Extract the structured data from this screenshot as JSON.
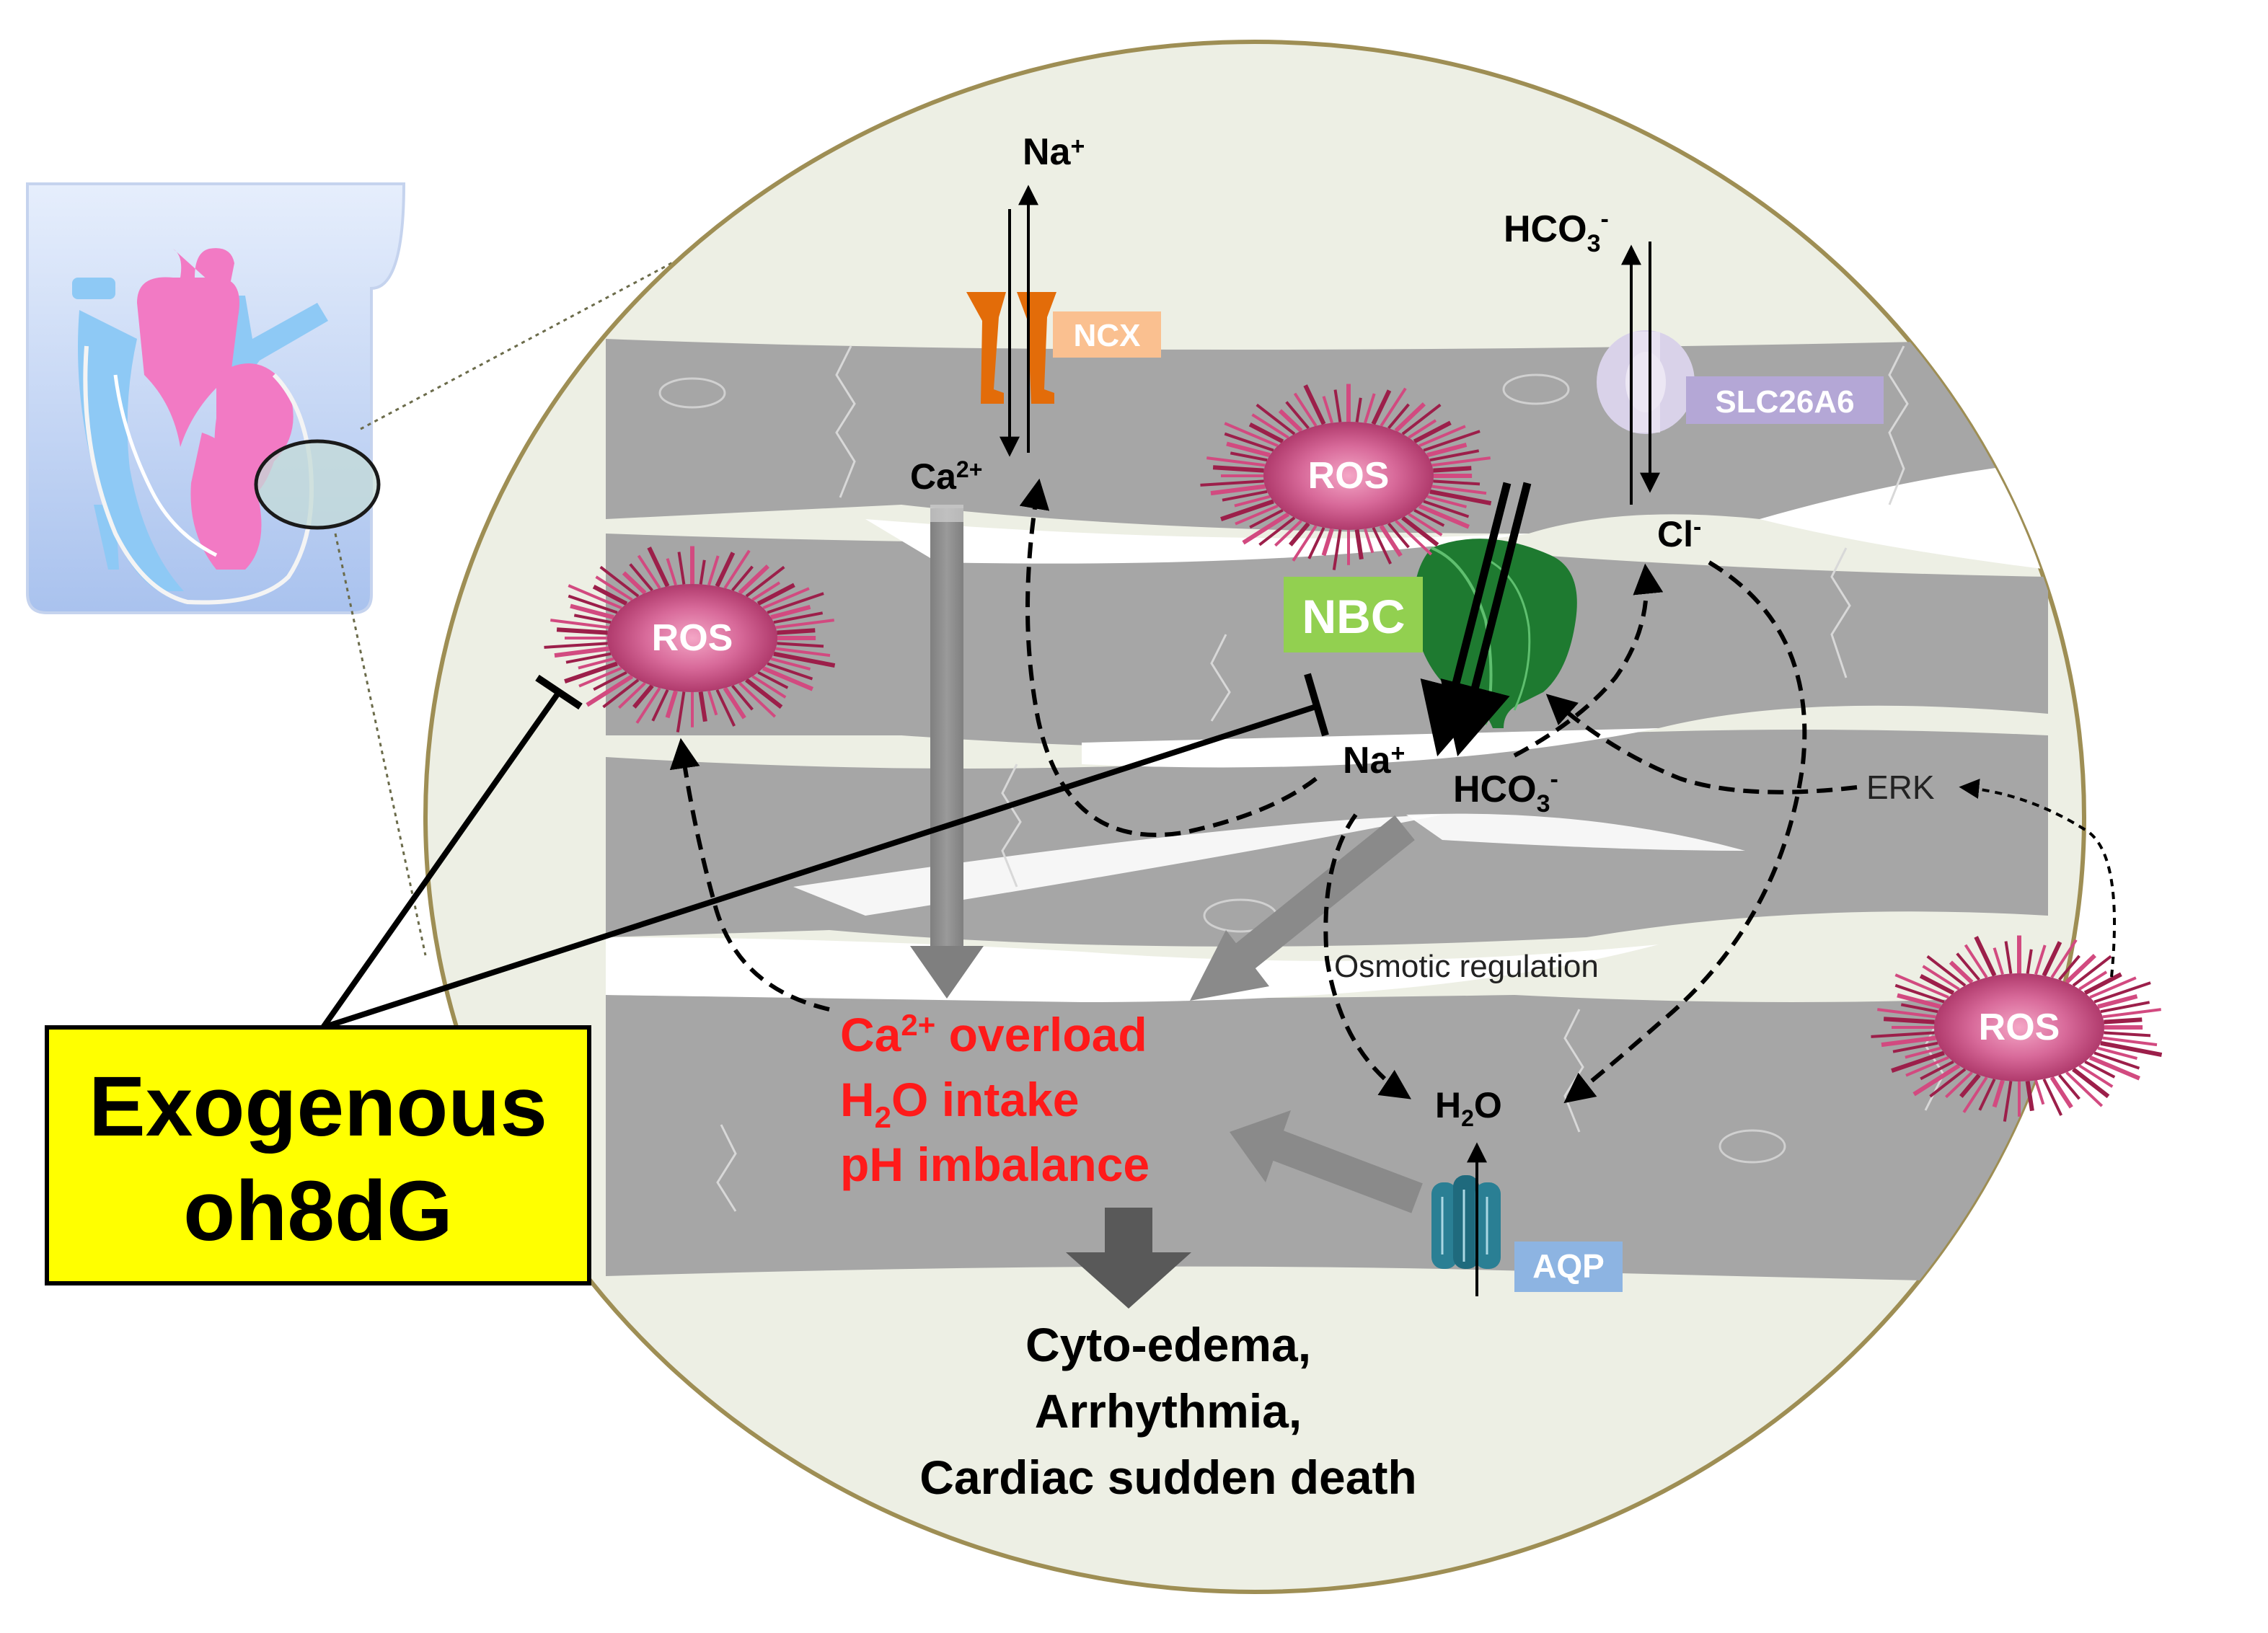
{
  "labels": {
    "na_top": "Na",
    "na_top_sup": "+",
    "ncx": "NCX",
    "ca": "Ca",
    "ca_sup": "2+",
    "hco3_top": "HCO",
    "hco3_top_sub": "3",
    "hco3_top_sup": "-",
    "slc": "SLC26A6",
    "ros_top": "ROS",
    "ros_left": "ROS",
    "ros_right": "ROS",
    "cl": "Cl",
    "cl_sup": "-",
    "nbc": "NBC",
    "na_mid": "Na",
    "na_mid_sup": "+",
    "hco3_mid": "HCO",
    "hco3_mid_sub": "3",
    "hco3_mid_sup": "-",
    "erk": "ERK",
    "osmotic": "Osmotic regulation",
    "h2o": "H",
    "h2o_sub": "2",
    "h2o_tail": "O",
    "aqp": "AQP"
  },
  "effects": {
    "line1_a": "Ca",
    "line1_sup": "2+",
    "line1_b": " overload",
    "line2_a": "H",
    "line2_sub": "2",
    "line2_b": "O intake",
    "line3": "pH imbalance"
  },
  "outcomes": {
    "line1": "Cyto-edema,",
    "line2": "Arrhythmia,",
    "line3": "Cardiac sudden death"
  },
  "agent": {
    "line1": "Exogenous",
    "line2": "oh8dG"
  },
  "colors": {
    "effect_text": "#ff1a1a",
    "agent_box": "#ffff00",
    "ncx": "#e36c09",
    "ncx_label": "#fac090",
    "slc_label": "#b4a7d6",
    "nbc_label": "#92d050",
    "nbc": "#1e7a30",
    "aqp": "#2a7f94",
    "aqp_label": "#8db4e2",
    "ros": "#c23b73",
    "heart_pink": "#f27ac4",
    "heart_blue": "#8ec9f5"
  }
}
